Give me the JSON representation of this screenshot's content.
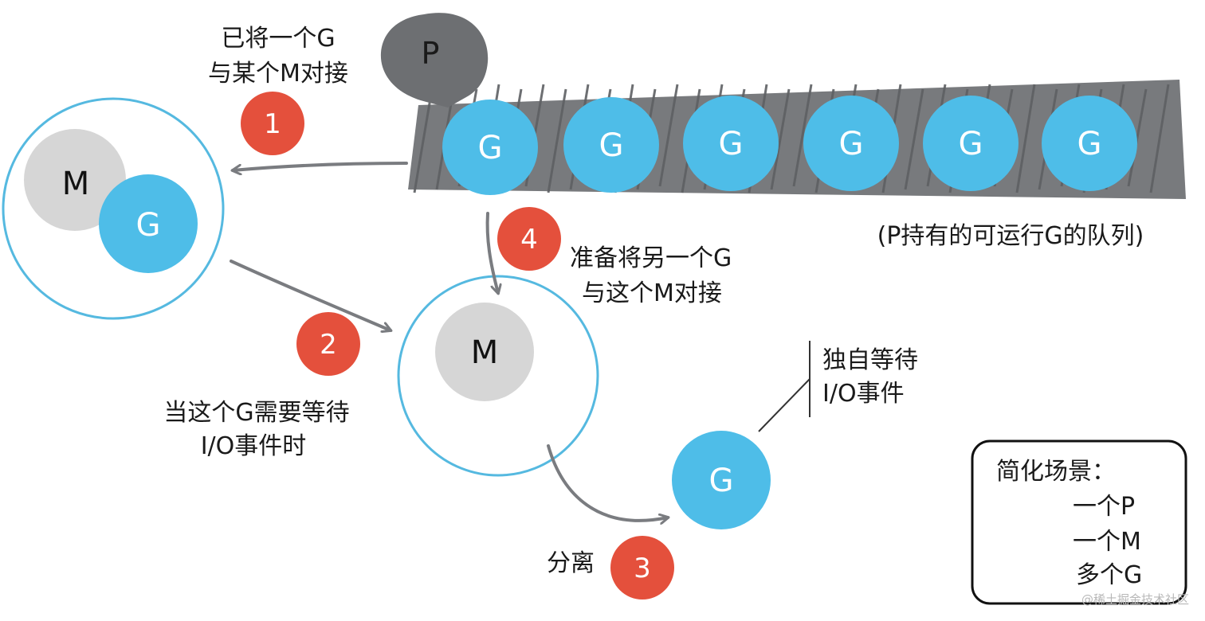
{
  "colors": {
    "g_blue": "#4ebde8",
    "m_gray": "#d6d6d6",
    "p_gray": "#6d6f72",
    "badge_red": "#e4503c",
    "ring_blue": "#55b9e0",
    "arrow_gray": "#7a7c80"
  },
  "p_node": {
    "label": "P"
  },
  "queue": {
    "items": [
      "G",
      "G",
      "G",
      "G",
      "G",
      "G"
    ],
    "caption": "(P持有的可运行G的队列)"
  },
  "left_thread": {
    "m_label": "M",
    "g_label": "G"
  },
  "center_thread": {
    "m_label": "M"
  },
  "detached_g": {
    "label": "G"
  },
  "steps": [
    {
      "number": "1",
      "text_lines": [
        "已将一个G",
        "与某个M对接"
      ]
    },
    {
      "number": "2",
      "text_lines": [
        "当这个G需要等待",
        "I/O事件时"
      ]
    },
    {
      "number": "3",
      "text_lines": [
        "分离"
      ]
    },
    {
      "number": "4",
      "text_lines": [
        "准备将另一个G",
        "与这个M对接"
      ]
    }
  ],
  "waiting_note": {
    "lines": [
      "独自等待",
      "I/O事件"
    ]
  },
  "legend": {
    "lines": [
      "简化场景：",
      "一个P",
      "一个M",
      "多个G"
    ]
  },
  "watermark": "@稀土掘金技术社区"
}
